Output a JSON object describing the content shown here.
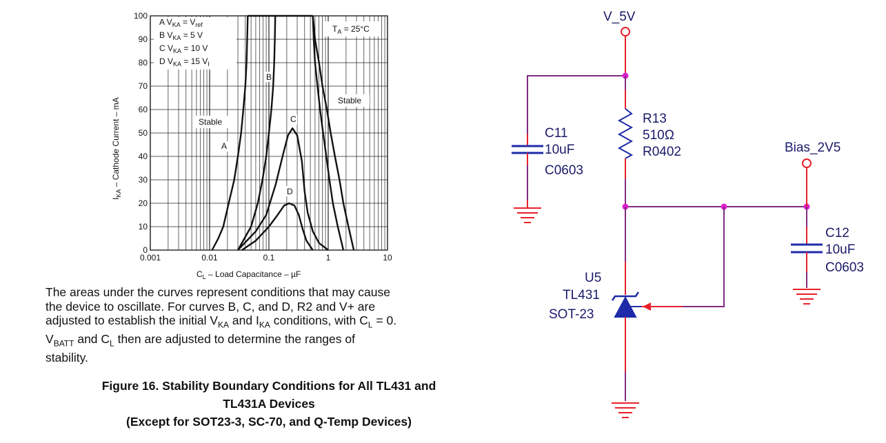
{
  "chart_data": {
    "type": "line",
    "ylabel": "I KA – Cathode Current – mA",
    "ylabel_main": "I",
    "ylabel_sub": "KA",
    "ylabel_rest": " – Cathode Current – mA",
    "xlabel_main": "C",
    "xlabel_sub": "L",
    "xlabel_rest": " – Load Capacitance – µF",
    "xscale": "log",
    "xlim": [
      0.001,
      10
    ],
    "ylim": [
      0,
      100
    ],
    "xticks": [
      {
        "v": 0.001,
        "label": "0.001"
      },
      {
        "v": 0.01,
        "label": "0.01"
      },
      {
        "v": 0.1,
        "label": "0.1"
      },
      {
        "v": 1,
        "label": "1"
      },
      {
        "v": 10,
        "label": "10"
      }
    ],
    "yticks": [
      "0",
      "10",
      "20",
      "30",
      "40",
      "50",
      "60",
      "70",
      "80",
      "90",
      "100"
    ],
    "legend": [
      {
        "letter": "A",
        "text": "V",
        "sub": "KA",
        "rest": " = V",
        "sub2": "ref"
      },
      {
        "letter": "B",
        "text": "V",
        "sub": "KA",
        "rest": " = 5 V",
        "sub2": ""
      },
      {
        "letter": "C",
        "text": "V",
        "sub": "KA",
        "rest": " = 10 V",
        "sub2": ""
      },
      {
        "letter": "D",
        "text": "V",
        "sub": "KA",
        "rest": " = 15 V",
        "sub2": "I"
      }
    ],
    "temp_main": "T",
    "temp_sub": "A",
    "temp_rest": " = 25°C",
    "annotations": {
      "stable_left": "Stable",
      "stable_right": "Stable",
      "label_A": "A",
      "label_B": "B",
      "label_C": "C",
      "label_D": "D"
    },
    "series": [
      {
        "name": "A",
        "points": [
          [
            0.011,
            0
          ],
          [
            0.014,
            5
          ],
          [
            0.017,
            10
          ],
          [
            0.021,
            20
          ],
          [
            0.026,
            30
          ],
          [
            0.03,
            40
          ],
          [
            0.034,
            50
          ],
          [
            0.037,
            60
          ],
          [
            0.04,
            70
          ],
          [
            0.042,
            80
          ],
          [
            0.043,
            90
          ],
          [
            0.044,
            100
          ]
        ]
      },
      {
        "name": "A-right",
        "points": [
          [
            0.55,
            100
          ],
          [
            0.6,
            90
          ],
          [
            0.7,
            80
          ],
          [
            0.8,
            70
          ],
          [
            0.95,
            60
          ],
          [
            1.1,
            50
          ],
          [
            1.3,
            40
          ],
          [
            1.55,
            30
          ],
          [
            1.8,
            20
          ],
          [
            2.2,
            10
          ],
          [
            2.7,
            0
          ]
        ]
      },
      {
        "name": "B",
        "points": [
          [
            0.03,
            0
          ],
          [
            0.05,
            10
          ],
          [
            0.065,
            20
          ],
          [
            0.078,
            30
          ],
          [
            0.09,
            40
          ],
          [
            0.1,
            50
          ],
          [
            0.11,
            60
          ],
          [
            0.118,
            70
          ],
          [
            0.123,
            80
          ],
          [
            0.126,
            90
          ],
          [
            0.128,
            100
          ]
        ]
      },
      {
        "name": "B-right",
        "points": [
          [
            0.55,
            100
          ],
          [
            0.57,
            90
          ],
          [
            0.6,
            80
          ],
          [
            0.66,
            70
          ],
          [
            0.73,
            60
          ],
          [
            0.82,
            50
          ],
          [
            0.93,
            40
          ],
          [
            1.05,
            30
          ],
          [
            1.2,
            20
          ],
          [
            1.45,
            10
          ],
          [
            1.8,
            0
          ]
        ]
      },
      {
        "name": "C",
        "points": [
          [
            0.03,
            0
          ],
          [
            0.06,
            8
          ],
          [
            0.09,
            15
          ],
          [
            0.13,
            28
          ],
          [
            0.17,
            40
          ],
          [
            0.21,
            49
          ],
          [
            0.25,
            52
          ],
          [
            0.3,
            49
          ],
          [
            0.36,
            38
          ],
          [
            0.4,
            25
          ],
          [
            0.45,
            16
          ],
          [
            0.55,
            8
          ],
          [
            0.7,
            3
          ],
          [
            1.0,
            0
          ]
        ]
      },
      {
        "name": "D",
        "points": [
          [
            0.035,
            0
          ],
          [
            0.06,
            4
          ],
          [
            0.1,
            10
          ],
          [
            0.14,
            15
          ],
          [
            0.18,
            19
          ],
          [
            0.22,
            20
          ],
          [
            0.27,
            19
          ],
          [
            0.32,
            15
          ],
          [
            0.37,
            9
          ],
          [
            0.43,
            4
          ],
          [
            0.55,
            0
          ]
        ]
      }
    ]
  },
  "caption": {
    "line1": "The areas under the curves represent conditions that may cause",
    "line2": "the device to oscillate. For curves B, C, and D, R2 and V+ are",
    "line3a": "adjusted to establish the initial V",
    "line3b": "KA",
    "line3c": " and I",
    "line3d": "KA",
    "line3e": " conditions, with C",
    "line3f": "L",
    "line3g": " = 0.",
    "line4a": "V",
    "line4b": "BATT",
    "line4c": " and C",
    "line4d": "L",
    "line4e": " then are adjusted to determine the ranges of",
    "line5": "stability."
  },
  "figure_title": {
    "line1": "Figure 16. Stability Boundary Conditions for All TL431 and",
    "line2": "TL431A Devices",
    "line3": "(Except for SOT23-3, SC-70, and Q-Temp Devices)"
  },
  "schematic": {
    "power_net": "V_5V",
    "bias_net": "Bias_2V5",
    "c11": {
      "ref": "C11",
      "value": "10uF",
      "pkg": "C0603"
    },
    "r13": {
      "ref": "R13",
      "value": "510Ω",
      "pkg": "R0402"
    },
    "c12": {
      "ref": "C12",
      "value": "10uF",
      "pkg": "C0603"
    },
    "u5": {
      "ref": "U5",
      "value": "TL431",
      "pkg": "SOT-23"
    },
    "colors": {
      "wire": "#7f2a7f",
      "pin": "#e8202a",
      "part": "#1e2aa8",
      "junction": "#e020d0",
      "text": "#1a1a6a"
    }
  }
}
